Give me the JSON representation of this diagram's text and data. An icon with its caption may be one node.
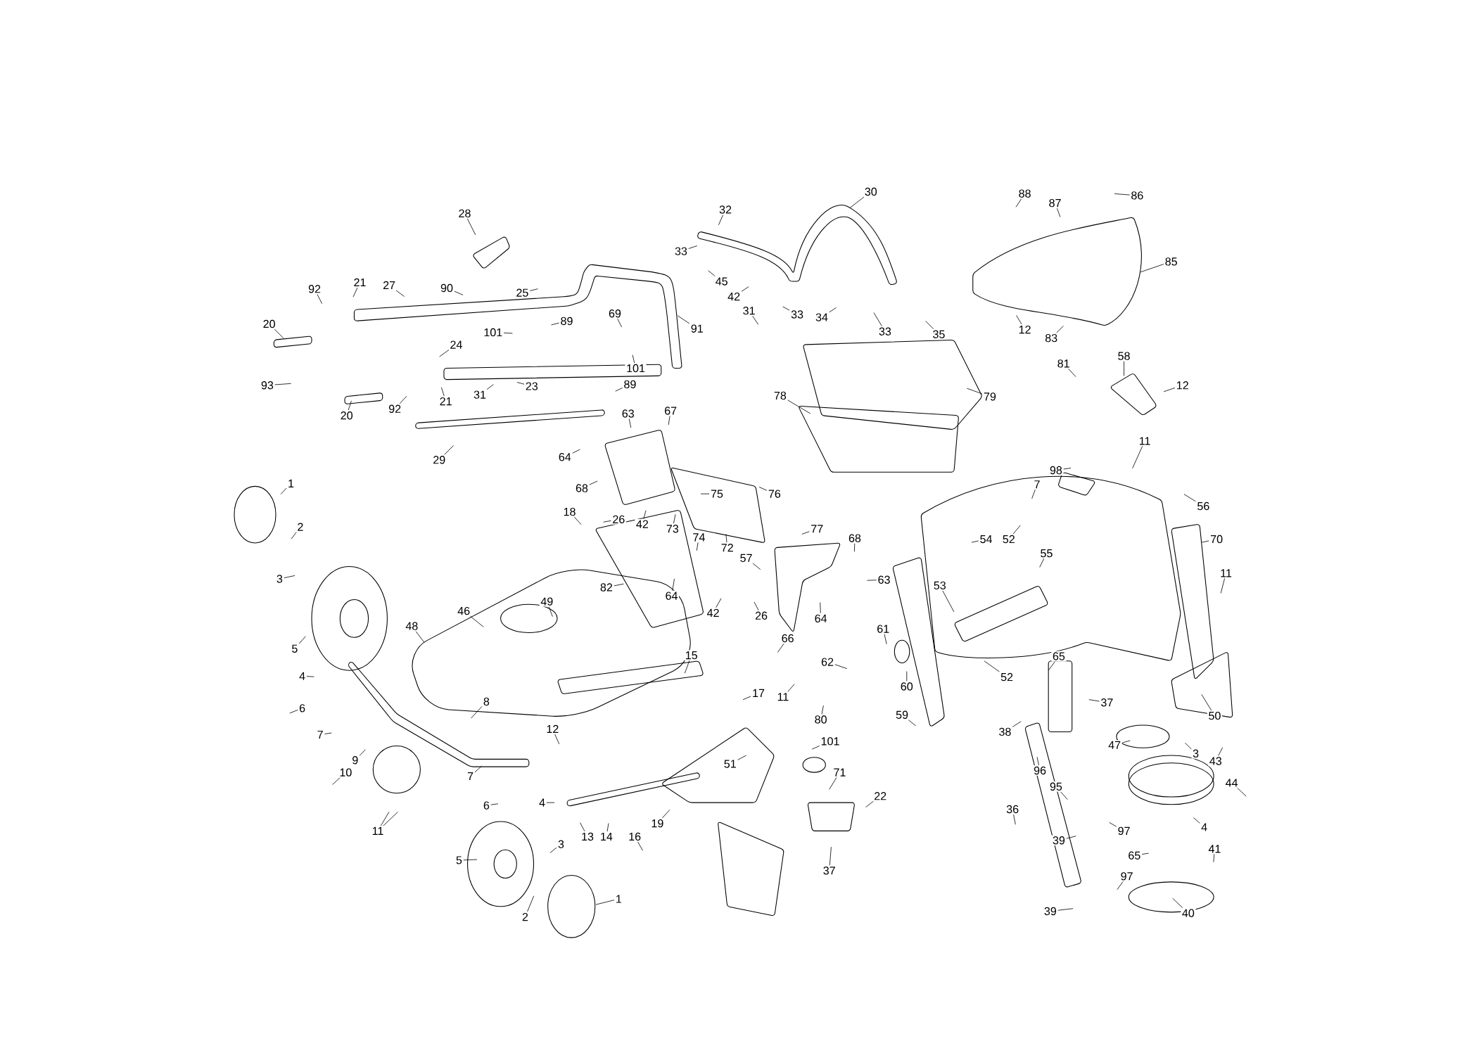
{
  "diagram": {
    "nodes": [
      {
        "text": [
          "28"
        ]
      },
      {
        "text": [
          "27"
        ]
      },
      {
        "text": [
          "90"
        ]
      },
      {
        "text": [
          "25"
        ]
      },
      {
        "text": [
          "92"
        ]
      },
      {
        "text": [
          "21"
        ]
      },
      {
        "text": [
          "20"
        ]
      },
      {
        "text": [
          "101"
        ]
      },
      {
        "text": [
          "89"
        ]
      },
      {
        "text": [
          "69"
        ]
      },
      {
        "text": [
          "91"
        ]
      },
      {
        "text": [
          "24"
        ]
      },
      {
        "text": [
          "93"
        ]
      },
      {
        "text": [
          "92"
        ]
      },
      {
        "text": [
          "21"
        ]
      },
      {
        "text": [
          "31"
        ]
      },
      {
        "text": [
          "23"
        ]
      },
      {
        "text": [
          "101"
        ]
      },
      {
        "text": [
          "89"
        ]
      },
      {
        "text": [
          "20"
        ]
      },
      {
        "text": [
          "29"
        ]
      },
      {
        "text": [
          "32"
        ]
      },
      {
        "text": [
          "30"
        ]
      },
      {
        "text": [
          "33"
        ]
      },
      {
        "text": [
          "45"
        ]
      },
      {
        "text": [
          "42"
        ]
      },
      {
        "text": [
          "31"
        ]
      },
      {
        "text": [
          "33"
        ]
      },
      {
        "text": [
          "34"
        ]
      },
      {
        "text": [
          "33"
        ]
      },
      {
        "text": [
          "35"
        ]
      },
      {
        "text": [
          "78"
        ]
      },
      {
        "text": [
          "79"
        ]
      },
      {
        "text": [
          "88"
        ]
      },
      {
        "text": [
          "87"
        ]
      },
      {
        "text": [
          "86"
        ]
      },
      {
        "text": [
          "85"
        ]
      },
      {
        "text": [
          "12"
        ]
      },
      {
        "text": [
          "83"
        ]
      },
      {
        "text": [
          "81"
        ]
      },
      {
        "text": [
          "58"
        ]
      },
      {
        "text": [
          "12"
        ]
      },
      {
        "text": [
          "11"
        ]
      },
      {
        "text": [
          "98"
        ]
      },
      {
        "text": [
          "7"
        ]
      },
      {
        "text": [
          "56"
        ]
      },
      {
        "text": [
          "70"
        ]
      },
      {
        "text": [
          "11"
        ]
      },
      {
        "text": [
          "63"
        ]
      },
      {
        "text": [
          "67"
        ]
      },
      {
        "text": [
          "64"
        ]
      },
      {
        "text": [
          "68"
        ]
      },
      {
        "text": [
          "75"
        ]
      },
      {
        "text": [
          "76"
        ]
      },
      {
        "text": [
          "26"
        ]
      },
      {
        "text": [
          "42"
        ]
      },
      {
        "text": [
          "73"
        ]
      },
      {
        "text": [
          "74"
        ]
      },
      {
        "text": [
          "77"
        ]
      },
      {
        "text": [
          "68"
        ]
      },
      {
        "text": [
          "18"
        ]
      },
      {
        "text": [
          "72"
        ]
      },
      {
        "text": [
          "57"
        ]
      },
      {
        "text": [
          "82"
        ]
      },
      {
        "text": [
          "64"
        ]
      },
      {
        "text": [
          "49"
        ]
      },
      {
        "text": [
          "42"
        ]
      },
      {
        "text": [
          "26"
        ]
      },
      {
        "text": [
          "63"
        ]
      },
      {
        "text": [
          "64"
        ]
      },
      {
        "text": [
          "66"
        ]
      },
      {
        "text": [
          "46"
        ]
      },
      {
        "text": [
          "48"
        ]
      },
      {
        "text": [
          "15"
        ]
      },
      {
        "text": [
          "1"
        ]
      },
      {
        "text": [
          "2"
        ]
      },
      {
        "text": [
          "3"
        ]
      },
      {
        "text": [
          "5"
        ]
      },
      {
        "text": [
          "4"
        ]
      },
      {
        "text": [
          "6"
        ]
      },
      {
        "text": [
          "7"
        ]
      },
      {
        "text": [
          "9"
        ]
      },
      {
        "text": [
          "8"
        ]
      },
      {
        "text": [
          "10"
        ]
      },
      {
        "text": [
          "11"
        ]
      },
      {
        "text": [
          "12"
        ]
      },
      {
        "text": [
          "7"
        ]
      },
      {
        "text": [
          "6"
        ]
      },
      {
        "text": [
          "4"
        ]
      },
      {
        "text": [
          "13"
        ]
      },
      {
        "text": [
          "14"
        ]
      },
      {
        "text": [
          "16"
        ]
      },
      {
        "text": [
          "19"
        ]
      },
      {
        "text": [
          "17"
        ]
      },
      {
        "text": [
          "11"
        ]
      },
      {
        "text": [
          "51"
        ]
      },
      {
        "text": [
          "80"
        ]
      },
      {
        "text": [
          "101"
        ]
      },
      {
        "text": [
          "71"
        ]
      },
      {
        "text": [
          "22"
        ]
      },
      {
        "text": [
          "37"
        ]
      },
      {
        "text": [
          "3"
        ]
      },
      {
        "text": [
          "5"
        ]
      },
      {
        "text": [
          "2"
        ]
      },
      {
        "text": [
          "1"
        ]
      },
      {
        "text": [
          "54"
        ]
      },
      {
        "text": [
          "52"
        ]
      },
      {
        "text": [
          "55"
        ]
      },
      {
        "text": [
          "53"
        ]
      },
      {
        "text": [
          "61"
        ]
      },
      {
        "text": [
          "62"
        ]
      },
      {
        "text": [
          "60"
        ]
      },
      {
        "text": [
          "52"
        ]
      },
      {
        "text": [
          "65"
        ]
      },
      {
        "text": [
          "59"
        ]
      },
      {
        "text": [
          "37"
        ]
      },
      {
        "text": [
          "38"
        ]
      },
      {
        "text": [
          "47"
        ]
      },
      {
        "text": [
          "3"
        ]
      },
      {
        "text": [
          "43"
        ]
      },
      {
        "text": [
          "44"
        ]
      },
      {
        "text": [
          "96"
        ]
      },
      {
        "text": [
          "95"
        ]
      },
      {
        "text": [
          "36"
        ]
      },
      {
        "text": [
          "39"
        ]
      },
      {
        "text": [
          "97"
        ]
      },
      {
        "text": [
          "65"
        ]
      },
      {
        "text": [
          "4"
        ]
      },
      {
        "text": [
          "41"
        ]
      },
      {
        "text": [
          "97"
        ]
      },
      {
        "text": [
          "39"
        ]
      },
      {
        "text": [
          "40"
        ]
      },
      {
        "text": [
          "50"
        ]
      }
    ],
    "edges": [
      {
        "from": 0,
        "to": null,
        "arrow": "none"
      },
      {
        "from": 1,
        "to": null,
        "arrow": "none"
      },
      {
        "from": 2,
        "to": null,
        "arrow": "none"
      },
      {
        "from": 3,
        "to": null,
        "arrow": "none"
      },
      {
        "from": 4,
        "to": null,
        "arrow": "none"
      },
      {
        "from": 5,
        "to": null,
        "arrow": "none"
      },
      {
        "from": 6,
        "to": null,
        "arrow": "none"
      },
      {
        "from": 7,
        "to": null,
        "arrow": "none"
      },
      {
        "from": 8,
        "to": null,
        "arrow": "none"
      },
      {
        "from": 9,
        "to": null,
        "arrow": "none"
      },
      {
        "from": 10,
        "to": null,
        "arrow": "none"
      },
      {
        "from": 11,
        "to": null,
        "arrow": "none"
      },
      {
        "from": 12,
        "to": null,
        "arrow": "none"
      },
      {
        "from": 13,
        "to": null,
        "arrow": "none"
      },
      {
        "from": 14,
        "to": null,
        "arrow": "none"
      },
      {
        "from": 15,
        "to": null,
        "arrow": "none"
      },
      {
        "from": 16,
        "to": null,
        "arrow": "none"
      },
      {
        "from": 17,
        "to": null,
        "arrow": "none"
      },
      {
        "from": 18,
        "to": null,
        "arrow": "none"
      },
      {
        "from": 19,
        "to": null,
        "arrow": "none"
      },
      {
        "from": 20,
        "to": null,
        "arrow": "none"
      },
      {
        "from": 21,
        "to": null,
        "arrow": "none"
      },
      {
        "from": 22,
        "to": null,
        "arrow": "none"
      },
      {
        "from": 23,
        "to": null,
        "arrow": "none"
      },
      {
        "from": 24,
        "to": null,
        "arrow": "none"
      },
      {
        "from": 25,
        "to": null,
        "arrow": "none"
      },
      {
        "from": 26,
        "to": null,
        "arrow": "none"
      },
      {
        "from": 27,
        "to": null,
        "arrow": "none"
      },
      {
        "from": 28,
        "to": null,
        "arrow": "none"
      },
      {
        "from": 29,
        "to": null,
        "arrow": "none"
      },
      {
        "from": 30,
        "to": null,
        "arrow": "none"
      },
      {
        "from": 31,
        "to": null,
        "arrow": "none"
      },
      {
        "from": 32,
        "to": null,
        "arrow": "none"
      },
      {
        "from": 33,
        "to": null,
        "arrow": "none"
      },
      {
        "from": 34,
        "to": null,
        "arrow": "none"
      },
      {
        "from": 35,
        "to": null,
        "arrow": "none"
      },
      {
        "from": 36,
        "to": null,
        "arrow": "none"
      },
      {
        "from": 37,
        "to": null,
        "arrow": "none"
      },
      {
        "from": 38,
        "to": null,
        "arrow": "none"
      },
      {
        "from": 39,
        "to": null,
        "arrow": "none"
      },
      {
        "from": 40,
        "to": null,
        "arrow": "none"
      },
      {
        "from": 41,
        "to": null,
        "arrow": "none"
      },
      {
        "from": 42,
        "to": null,
        "arrow": "none"
      },
      {
        "from": 43,
        "to": null,
        "arrow": "none"
      },
      {
        "from": 44,
        "to": null,
        "arrow": "none"
      },
      {
        "from": 45,
        "to": null,
        "arrow": "none"
      },
      {
        "from": 46,
        "to": null,
        "arrow": "none"
      },
      {
        "from": 47,
        "to": null,
        "arrow": "none"
      },
      {
        "from": 48,
        "to": null,
        "arrow": "none"
      },
      {
        "from": 49,
        "to": null,
        "arrow": "none"
      },
      {
        "from": 50,
        "to": null,
        "arrow": "none"
      },
      {
        "from": 51,
        "to": null,
        "arrow": "none"
      },
      {
        "from": 52,
        "to": null,
        "arrow": "none"
      },
      {
        "from": 53,
        "to": null,
        "arrow": "none"
      },
      {
        "from": 54,
        "to": null,
        "arrow": "none"
      },
      {
        "from": 55,
        "to": null,
        "arrow": "none"
      },
      {
        "from": 56,
        "to": null,
        "arrow": "none"
      },
      {
        "from": 57,
        "to": null,
        "arrow": "none"
      },
      {
        "from": 58,
        "to": null,
        "arrow": "none"
      },
      {
        "from": 59,
        "to": null,
        "arrow": "none"
      },
      {
        "from": 60,
        "to": null,
        "arrow": "none"
      },
      {
        "from": 61,
        "to": null,
        "arrow": "none"
      },
      {
        "from": 62,
        "to": null,
        "arrow": "none"
      },
      {
        "from": 63,
        "to": null,
        "arrow": "none"
      },
      {
        "from": 64,
        "to": null,
        "arrow": "none"
      },
      {
        "from": 65,
        "to": null,
        "arrow": "none"
      },
      {
        "from": 66,
        "to": null,
        "arrow": "none"
      },
      {
        "from": 67,
        "to": null,
        "arrow": "none"
      },
      {
        "from": 68,
        "to": null,
        "arrow": "none"
      },
      {
        "from": 69,
        "to": null,
        "arrow": "none"
      },
      {
        "from": 70,
        "to": null,
        "arrow": "none"
      },
      {
        "from": 71,
        "to": null,
        "arrow": "none"
      },
      {
        "from": 72,
        "to": null,
        "arrow": "none"
      },
      {
        "from": 73,
        "to": null,
        "arrow": "none"
      },
      {
        "from": 74,
        "to": null,
        "arrow": "none"
      },
      {
        "from": 75,
        "to": null,
        "arrow": "none"
      },
      {
        "from": 76,
        "to": null,
        "arrow": "none"
      },
      {
        "from": 77,
        "to": null,
        "arrow": "none"
      },
      {
        "from": 78,
        "to": null,
        "arrow": "none"
      },
      {
        "from": 79,
        "to": null,
        "arrow": "none"
      },
      {
        "from": 80,
        "to": null,
        "arrow": "none"
      },
      {
        "from": 81,
        "to": null,
        "arrow": "none"
      },
      {
        "from": 82,
        "to": null,
        "arrow": "none"
      },
      {
        "from": 83,
        "to": null,
        "arrow": "none"
      },
      {
        "from": 84,
        "to": null,
        "arrow": "none"
      },
      {
        "from": 85,
        "to": null,
        "arrow": "none"
      },
      {
        "from": 86,
        "to": null,
        "arrow": "none"
      },
      {
        "from": 87,
        "to": null,
        "arrow": "none"
      },
      {
        "from": 88,
        "to": null,
        "arrow": "none"
      },
      {
        "from": 89,
        "to": null,
        "arrow": "none"
      },
      {
        "from": 90,
        "to": null,
        "arrow": "none"
      },
      {
        "from": 91,
        "to": null,
        "arrow": "none"
      },
      {
        "from": 92,
        "to": null,
        "arrow": "none"
      },
      {
        "from": 93,
        "to": null,
        "arrow": "none"
      },
      {
        "from": 94,
        "to": null,
        "arrow": "none"
      },
      {
        "from": 95,
        "to": null,
        "arrow": "none"
      },
      {
        "from": 96,
        "to": null,
        "arrow": "none"
      },
      {
        "from": 97,
        "to": null,
        "arrow": "none"
      },
      {
        "from": 98,
        "to": null,
        "arrow": "none"
      },
      {
        "from": 99,
        "to": null,
        "arrow": "none"
      },
      {
        "from": 100,
        "to": null,
        "arrow": "none"
      },
      {
        "from": 101,
        "to": null,
        "arrow": "none"
      },
      {
        "from": 102,
        "to": null,
        "arrow": "none"
      },
      {
        "from": 103,
        "to": null,
        "arrow": "none"
      },
      {
        "from": 104,
        "to": null,
        "arrow": "none"
      },
      {
        "from": 105,
        "to": null,
        "arrow": "none"
      },
      {
        "from": 106,
        "to": null,
        "arrow": "none"
      },
      {
        "from": 107,
        "to": null,
        "arrow": "none"
      },
      {
        "from": 108,
        "to": null,
        "arrow": "none"
      },
      {
        "from": 109,
        "to": null,
        "arrow": "none"
      },
      {
        "from": 110,
        "to": null,
        "arrow": "none"
      },
      {
        "from": 111,
        "to": null,
        "arrow": "none"
      },
      {
        "from": 112,
        "to": null,
        "arrow": "none"
      },
      {
        "from": 113,
        "to": null,
        "arrow": "none"
      },
      {
        "from": 114,
        "to": null,
        "arrow": "none"
      },
      {
        "from": 115,
        "to": null,
        "arrow": "none"
      },
      {
        "from": 116,
        "to": null,
        "arrow": "none"
      },
      {
        "from": 117,
        "to": null,
        "arrow": "none"
      },
      {
        "from": 118,
        "to": null,
        "arrow": "none"
      },
      {
        "from": 119,
        "to": null,
        "arrow": "none"
      },
      {
        "from": 120,
        "to": null,
        "arrow": "none"
      },
      {
        "from": 121,
        "to": null,
        "arrow": "none"
      },
      {
        "from": 122,
        "to": null,
        "arrow": "none"
      },
      {
        "from": 123,
        "to": null,
        "arrow": "none"
      },
      {
        "from": 124,
        "to": null,
        "arrow": "none"
      },
      {
        "from": 125,
        "to": null,
        "arrow": "none"
      },
      {
        "from": 126,
        "to": null,
        "arrow": "none"
      },
      {
        "from": 127,
        "to": null,
        "arrow": "none"
      },
      {
        "from": 128,
        "to": null,
        "arrow": "none"
      },
      {
        "from": 129,
        "to": null,
        "arrow": "none"
      },
      {
        "from": 130,
        "to": null,
        "arrow": "none"
      },
      {
        "from": 131,
        "to": null,
        "arrow": "none"
      },
      {
        "from": 132,
        "to": null,
        "arrow": "none"
      },
      {
        "from": 84,
        "to": null,
        "arrow": "none"
      }
    ]
  }
}
